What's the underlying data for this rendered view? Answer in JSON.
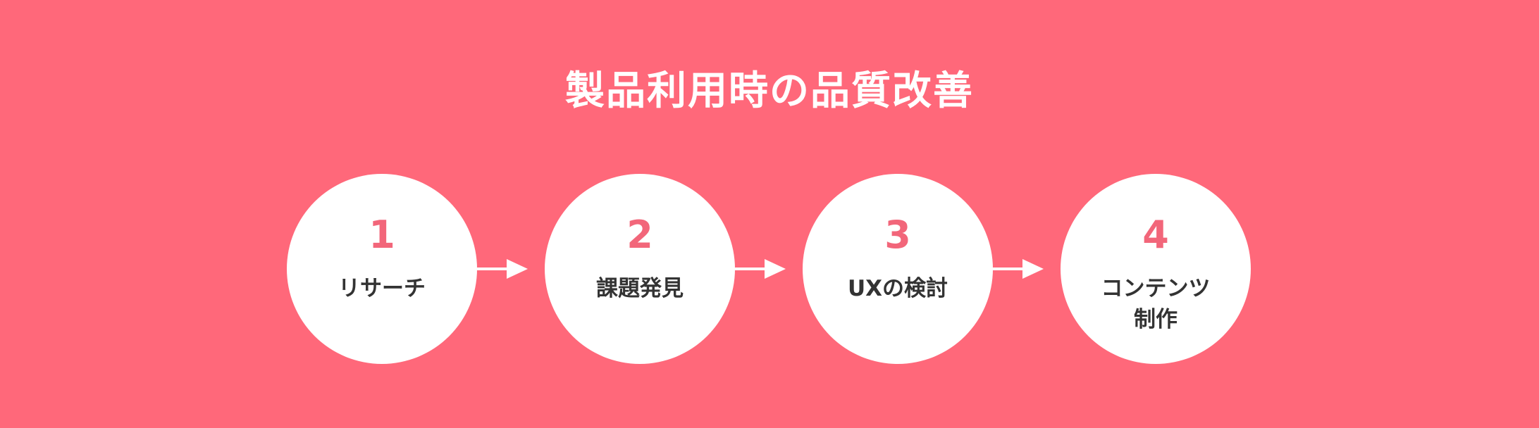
{
  "title": "製品利用時の品質改善",
  "steps": [
    {
      "number": "1",
      "label": [
        "リサーチ"
      ]
    },
    {
      "number": "2",
      "label": [
        "課題発見"
      ]
    },
    {
      "number": "3",
      "label": [
        "UXの検討"
      ]
    },
    {
      "number": "4",
      "label": [
        "コンテンツ",
        "制作"
      ]
    }
  ],
  "colors": {
    "background": "#FF687A",
    "number": "#F2667A",
    "text": "#333333",
    "circle": "#FFFFFF"
  }
}
